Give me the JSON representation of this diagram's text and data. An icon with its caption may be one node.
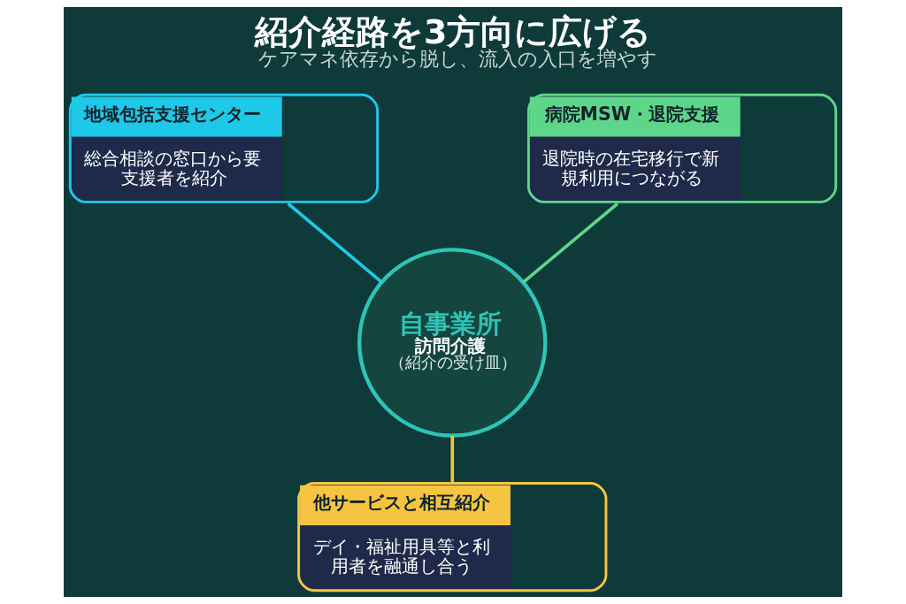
{
  "diagram": {
    "title": "紹介経路を3方向に広げる",
    "caption": "ケアマネ依存から脱し、流入の入口を増やす",
    "nodes": [
      {
        "text": [
          "地域包括支援センター",
          "総合相談の窓口から要支援者を紹介"
        ]
      },
      {
        "text": [
          "病院MSW・退院支援",
          "退院時の在宅移行で新規利用につながる"
        ]
      },
      {
        "text": [
          "自事業所",
          "訪問介護",
          "（紹介の受け皿）"
        ]
      },
      {
        "text": [
          "他サービスと相互紹介",
          "デイ・福祉用具等と利用者を融通し合う"
        ]
      }
    ],
    "edges": [
      {
        "from": 0,
        "to": 2,
        "arrow": "none",
        "color": "#1ec8e8"
      },
      {
        "from": 1,
        "to": 2,
        "arrow": "none",
        "color": "#5dd68a"
      },
      {
        "from": 2,
        "to": 3,
        "arrow": "none",
        "color": "#f5c542"
      }
    ]
  }
}
